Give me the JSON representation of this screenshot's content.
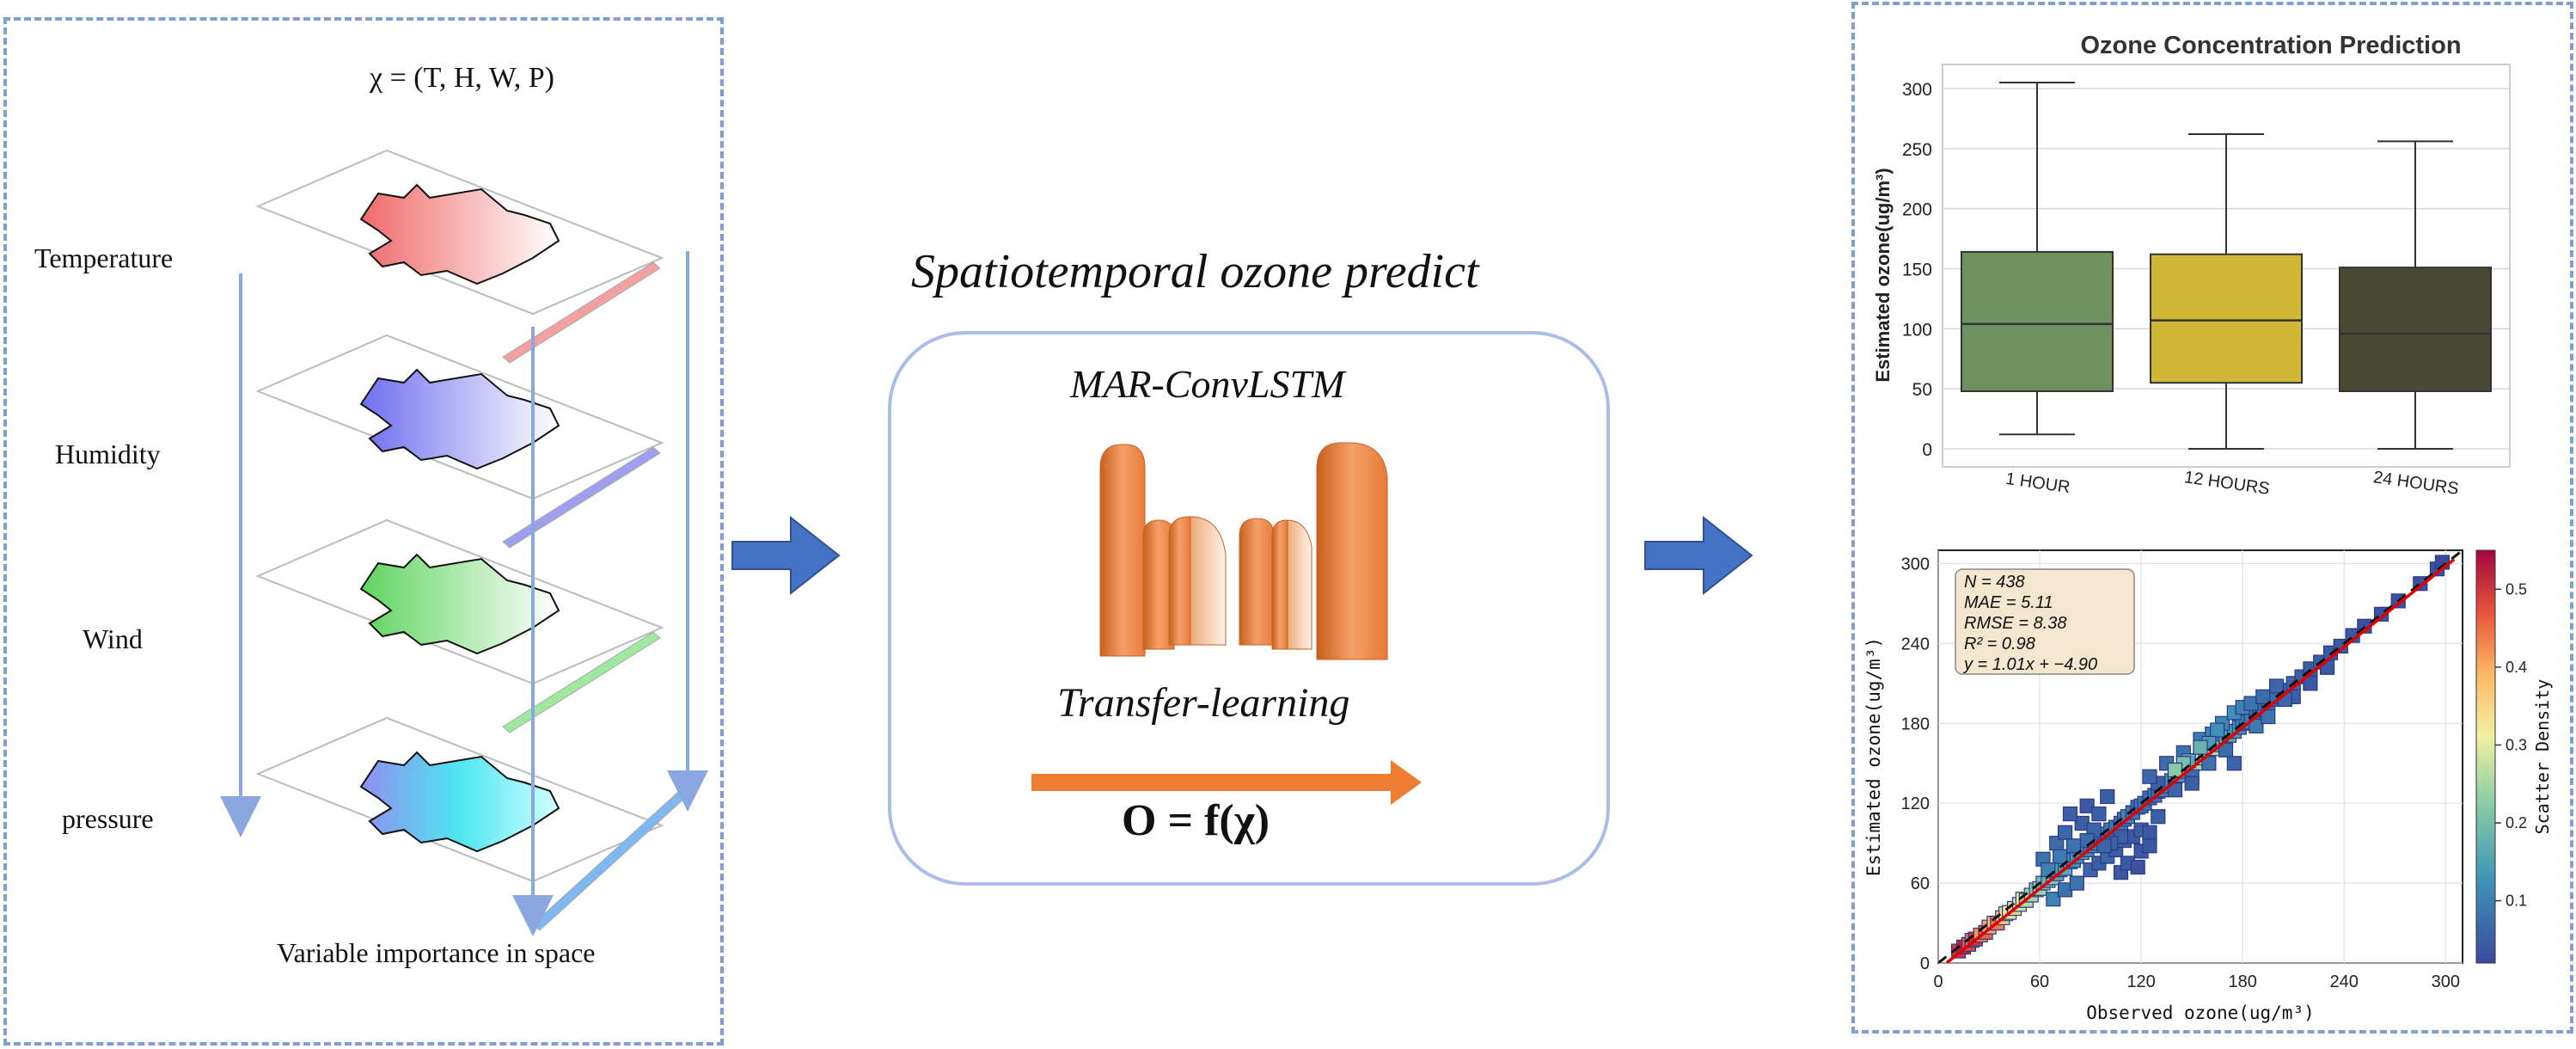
{
  "left": {
    "formula": "χ = (T, H, W, P)",
    "layers": [
      {
        "label": "Temperature",
        "color": "#f07f7f"
      },
      {
        "label": "Humidity",
        "color": "#8f8fef"
      },
      {
        "label": "Wind",
        "color": "#7fdf7f"
      },
      {
        "label": "pressure",
        "color": "#6fe0ef"
      }
    ],
    "caption": "Variable importance in space"
  },
  "center": {
    "title": "Spatiotemporal ozone predict",
    "model": "MAR-ConvLSTM",
    "method": "Transfer-learning",
    "equation": "O = f(χ)"
  },
  "chart_data": [
    {
      "type": "box",
      "title": "Ozone Concentration Prediction",
      "ylabel": "Estimated ozone(ug/m³)",
      "ylim": [
        -15,
        320
      ],
      "yticks": [
        0,
        50,
        100,
        150,
        200,
        250,
        300
      ],
      "ytick_labels": [
        "0",
        "50",
        "100",
        "150",
        "200",
        "250",
        "300"
      ],
      "categories": [
        "1 HOUR",
        "12 HOURS",
        "24 HOURS"
      ],
      "boxes": [
        {
          "min": 12,
          "q1": 48,
          "median": 104,
          "q3": 164,
          "max": 305,
          "color": "#6e9160"
        },
        {
          "min": 0,
          "q1": 55,
          "median": 107,
          "q3": 162,
          "max": 262,
          "color": "#d0b836"
        },
        {
          "min": 0,
          "q1": 48,
          "median": 96,
          "q3": 151,
          "max": 256,
          "color": "#4a4a34"
        }
      ],
      "grid": true
    },
    {
      "type": "scatter",
      "xlabel": "Observed ozone(ug/m³)",
      "ylabel": "Estimated ozone(ug/m³)",
      "xlim": [
        0,
        310
      ],
      "ylim": [
        0,
        310
      ],
      "xticks": [
        0,
        60,
        120,
        180,
        240,
        300
      ],
      "yticks": [
        0,
        60,
        120,
        180,
        240,
        300
      ],
      "xtick_labels": [
        "0",
        "60",
        "120",
        "180",
        "240",
        "300"
      ],
      "ytick_labels": [
        "0",
        "60",
        "120",
        "180",
        "240",
        "300"
      ],
      "stats": [
        "N = 438",
        "MAE = 5.11",
        "RMSE = 8.38",
        "R² = 0.98",
        "y = 1.01x + −4.90"
      ],
      "colorbar_label": "Scatter Density",
      "colorbar_ticks": [
        "0.1",
        "0.2",
        "0.3",
        "0.4",
        "0.5"
      ],
      "colorbar_tick_values": [
        0.1,
        0.2,
        0.3,
        0.4,
        0.5
      ],
      "colorbar_range": [
        0.02,
        0.55
      ],
      "fit": {
        "slope": 1.01,
        "intercept": -4.9
      },
      "grid": true,
      "points": [
        [
          12,
          9,
          0.5
        ],
        [
          15,
          12,
          0.52
        ],
        [
          18,
          14,
          0.48
        ],
        [
          20,
          17,
          0.45
        ],
        [
          22,
          18,
          0.5
        ],
        [
          25,
          21,
          0.42
        ],
        [
          28,
          23,
          0.46
        ],
        [
          30,
          27,
          0.4
        ],
        [
          33,
          30,
          0.38
        ],
        [
          35,
          30,
          0.44
        ],
        [
          38,
          34,
          0.36
        ],
        [
          40,
          37,
          0.34
        ],
        [
          42,
          38,
          0.3
        ],
        [
          45,
          41,
          0.35
        ],
        [
          48,
          44,
          0.28
        ],
        [
          50,
          48,
          0.32
        ],
        [
          52,
          47,
          0.26
        ],
        [
          55,
          51,
          0.25
        ],
        [
          58,
          55,
          0.22
        ],
        [
          60,
          56,
          0.24
        ],
        [
          62,
          60,
          0.2
        ],
        [
          65,
          62,
          0.18
        ],
        [
          68,
          64,
          0.22
        ],
        [
          70,
          67,
          0.17
        ],
        [
          72,
          70,
          0.15
        ],
        [
          75,
          71,
          0.16
        ],
        [
          78,
          76,
          0.14
        ],
        [
          80,
          77,
          0.13
        ],
        [
          82,
          80,
          0.12
        ],
        [
          85,
          83,
          0.15
        ],
        [
          88,
          85,
          0.11
        ],
        [
          90,
          88,
          0.12
        ],
        [
          92,
          90,
          0.1
        ],
        [
          95,
          93,
          0.11
        ],
        [
          98,
          96,
          0.09
        ],
        [
          100,
          97,
          0.1
        ],
        [
          102,
          100,
          0.09
        ],
        [
          105,
          102,
          0.08
        ],
        [
          108,
          105,
          0.09
        ],
        [
          110,
          108,
          0.08
        ],
        [
          112,
          110,
          0.1
        ],
        [
          115,
          113,
          0.08
        ],
        [
          118,
          117,
          0.07
        ],
        [
          120,
          118,
          0.09
        ],
        [
          122,
          120,
          0.08
        ],
        [
          125,
          124,
          0.07
        ],
        [
          128,
          126,
          0.08
        ],
        [
          130,
          129,
          0.07
        ],
        [
          132,
          130,
          0.1
        ],
        [
          135,
          133,
          0.12
        ],
        [
          138,
          137,
          0.13
        ],
        [
          140,
          139,
          0.15
        ],
        [
          142,
          141,
          0.14
        ],
        [
          145,
          144,
          0.18
        ],
        [
          148,
          147,
          0.2
        ],
        [
          150,
          149,
          0.22
        ],
        [
          152,
          150,
          0.25
        ],
        [
          155,
          154,
          0.28
        ],
        [
          158,
          157,
          0.24
        ],
        [
          160,
          158,
          0.3
        ],
        [
          162,
          161,
          0.26
        ],
        [
          165,
          164,
          0.22
        ],
        [
          168,
          166,
          0.2
        ],
        [
          170,
          169,
          0.18
        ],
        [
          172,
          171,
          0.16
        ],
        [
          175,
          174,
          0.14
        ],
        [
          178,
          177,
          0.12
        ],
        [
          180,
          180,
          0.11
        ],
        [
          182,
          181,
          0.1
        ],
        [
          185,
          185,
          0.09
        ],
        [
          188,
          188,
          0.08
        ],
        [
          190,
          190,
          0.07
        ],
        [
          192,
          191,
          0.08
        ],
        [
          195,
          195,
          0.07
        ],
        [
          198,
          198,
          0.06
        ],
        [
          200,
          200,
          0.07
        ],
        [
          205,
          205,
          0.06
        ],
        [
          210,
          210,
          0.06
        ],
        [
          215,
          215,
          0.05
        ],
        [
          220,
          221,
          0.05
        ],
        [
          226,
          226,
          0.05
        ],
        [
          232,
          233,
          0.04
        ],
        [
          238,
          238,
          0.04
        ],
        [
          245,
          246,
          0.04
        ],
        [
          252,
          253,
          0.03
        ],
        [
          262,
          262,
          0.03
        ],
        [
          272,
          272,
          0.03
        ],
        [
          285,
          285,
          0.03
        ],
        [
          295,
          296,
          0.03
        ],
        [
          298,
          301,
          0.02
        ],
        [
          62,
          78,
          0.08
        ],
        [
          70,
          90,
          0.07
        ],
        [
          75,
          98,
          0.06
        ],
        [
          85,
          105,
          0.05
        ],
        [
          78,
          112,
          0.05
        ],
        [
          88,
          118,
          0.04
        ],
        [
          92,
          95,
          0.06
        ],
        [
          95,
          112,
          0.05
        ],
        [
          100,
          125,
          0.05
        ],
        [
          68,
          48,
          0.1
        ],
        [
          75,
          55,
          0.08
        ],
        [
          82,
          60,
          0.08
        ],
        [
          90,
          70,
          0.06
        ],
        [
          95,
          75,
          0.05
        ],
        [
          100,
          80,
          0.06
        ],
        [
          105,
          85,
          0.05
        ],
        [
          110,
          92,
          0.05
        ],
        [
          115,
          95,
          0.04
        ],
        [
          120,
          100,
          0.05
        ],
        [
          125,
          98,
          0.04
        ],
        [
          108,
          68,
          0.04
        ],
        [
          112,
          75,
          0.04
        ],
        [
          118,
          72,
          0.03
        ],
        [
          120,
          84,
          0.04
        ],
        [
          125,
          88,
          0.04
        ],
        [
          130,
          110,
          0.05
        ],
        [
          140,
          130,
          0.06
        ],
        [
          150,
          140,
          0.07
        ],
        [
          160,
          150,
          0.08
        ],
        [
          170,
          160,
          0.07
        ],
        [
          175,
          150,
          0.06
        ],
        [
          150,
          135,
          0.05
        ],
        [
          130,
          135,
          0.05
        ],
        [
          125,
          140,
          0.06
        ],
        [
          135,
          150,
          0.07
        ],
        [
          145,
          158,
          0.08
        ],
        [
          155,
          168,
          0.09
        ],
        [
          162,
          172,
          0.1
        ],
        [
          168,
          180,
          0.11
        ],
        [
          175,
          188,
          0.12
        ],
        [
          180,
          192,
          0.1
        ],
        [
          185,
          195,
          0.08
        ],
        [
          192,
          200,
          0.07
        ],
        [
          200,
          208,
          0.06
        ],
        [
          210,
          200,
          0.05
        ],
        [
          205,
          198,
          0.06
        ],
        [
          188,
          178,
          0.09
        ],
        [
          195,
          185,
          0.08
        ],
        [
          165,
          175,
          0.12
        ],
        [
          160,
          165,
          0.14
        ],
        [
          148,
          152,
          0.16
        ],
        [
          155,
          162,
          0.18
        ],
        [
          145,
          150,
          0.2
        ],
        [
          140,
          145,
          0.22
        ],
        [
          220,
          210,
          0.04
        ],
        [
          230,
          222,
          0.04
        ],
        [
          108,
          95,
          0.05
        ],
        [
          102,
          90,
          0.05
        ],
        [
          98,
          88,
          0.06
        ],
        [
          92,
          100,
          0.06
        ],
        [
          88,
          92,
          0.07
        ],
        [
          80,
          88,
          0.08
        ],
        [
          72,
          80,
          0.09
        ],
        [
          65,
          70,
          0.1
        ]
      ]
    }
  ]
}
